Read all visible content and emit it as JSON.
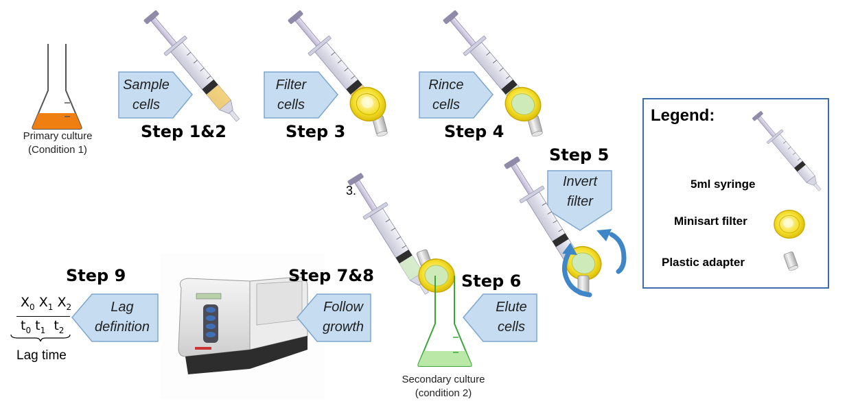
{
  "flasks": {
    "primary": {
      "label_line1": "Primary culture",
      "label_line2": "(Condition 1)",
      "liquid_color": "#f07f12"
    },
    "secondary": {
      "label_line1": "Secondary culture",
      "label_line2": "(condition 2)",
      "liquid_color": "#b9e8a7"
    }
  },
  "steps": {
    "s12": {
      "title": "Step 1&2",
      "line1": "Sample",
      "line2": "cells"
    },
    "s3": {
      "title": "Step 3",
      "line1": "Filter",
      "line2": "cells"
    },
    "s4": {
      "title": "Step 4",
      "line1": "Rince",
      "line2": "cells"
    },
    "s5": {
      "title": "Step 5",
      "line1": "Invert",
      "line2": "filter"
    },
    "s6": {
      "title": "Step 6",
      "line1": "Elute",
      "line2": "cells"
    },
    "s78": {
      "title": "Step 7&8",
      "line1": "Follow",
      "line2": "growth"
    },
    "s9": {
      "title": "Step 9",
      "line1": "Lag",
      "line2": "definition"
    }
  },
  "stray_label": "3.",
  "lag": {
    "x0": "X",
    "x0_sub": "0",
    "x1": "X",
    "x1_sub": "1",
    "x2": "X",
    "x2_sub": "2",
    "t0": "t",
    "t0_sub": "0",
    "t1": "t",
    "t1_sub": "1",
    "t2": "t",
    "t2_sub": "2",
    "label": "Lag time"
  },
  "legend": {
    "title": "Legend:",
    "syringe": "5ml syringe",
    "filter": "Minisart filter",
    "adapter": "Plastic adapter"
  },
  "colors": {
    "callout_fill": "#c5dcf1",
    "callout_stroke": "#7ea6cd",
    "legend_border": "#3b6ea8",
    "filter_yellow": "#f2d81b",
    "sample_liquid": "#f2cd6a",
    "rinse_liquid": "#d4ecc8",
    "rotate_arrow": "#3e86c7"
  }
}
